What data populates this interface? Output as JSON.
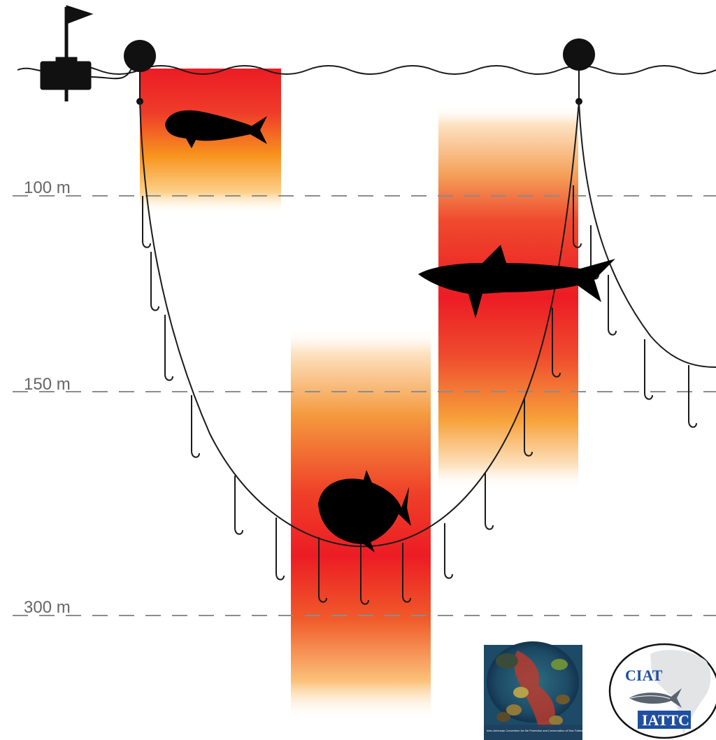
{
  "depth_markers": [
    {
      "label": "100 m"
    },
    {
      "label": "150 m"
    },
    {
      "label": "300 m"
    }
  ],
  "logos": {
    "iac": {
      "caption": "Inter-American Convention for the Protection and Conservation of Sea Turtles"
    },
    "iattc": {
      "top": "CIAT",
      "bottom": "IATTC"
    }
  },
  "colors": {
    "habitat_red": "#ec1c24",
    "habitat_orange": "#f7941d",
    "habitat_yellow": "#fcd08a",
    "line": "#1a1a1a",
    "dash": "#8c8c8c",
    "logo_blue": "#1f4fa0"
  },
  "icons": [
    "buoy-flag-icon",
    "float-icon",
    "hook-icon",
    "dolphinfish-icon",
    "shark-icon",
    "opah-icon",
    "turtle-icon",
    "tuna-icon"
  ]
}
